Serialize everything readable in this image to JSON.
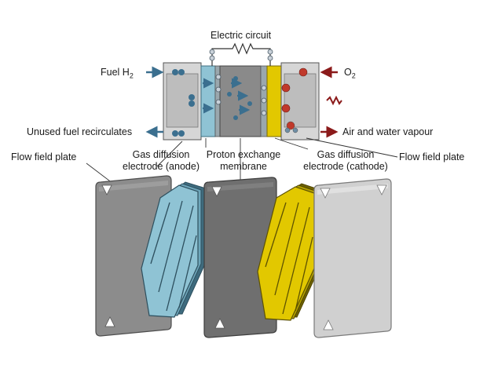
{
  "labels": {
    "electric_circuit": "Electric circuit",
    "fuel_h2": "Fuel H",
    "fuel_h2_sub": "2",
    "o2": "O",
    "o2_sub": "2",
    "unused_fuel": "Unused fuel recirculates",
    "air_water": "Air and water vapour",
    "flow_field_left": "Flow field plate",
    "gde_anode_line1": "Gas diffusion",
    "gde_anode_line2": "electrode (anode)",
    "pem_line1": "Proton exchange",
    "pem_line2": "membrane",
    "gde_cathode_line1": "Gas diffusion",
    "gde_cathode_line2": "electrode (cathode)",
    "flow_field_right": "Flow field plate"
  },
  "colors": {
    "anode": "#8fc3d4",
    "cathode": "#e2c800",
    "membrane": "#7f7f7f",
    "plate_dark": "#8c8c8c",
    "plate_light": "#cfcfcf",
    "arrow_blue": "#3b6f8f",
    "arrow_red": "#8b1a1a",
    "oxygen": "#c0392b"
  }
}
